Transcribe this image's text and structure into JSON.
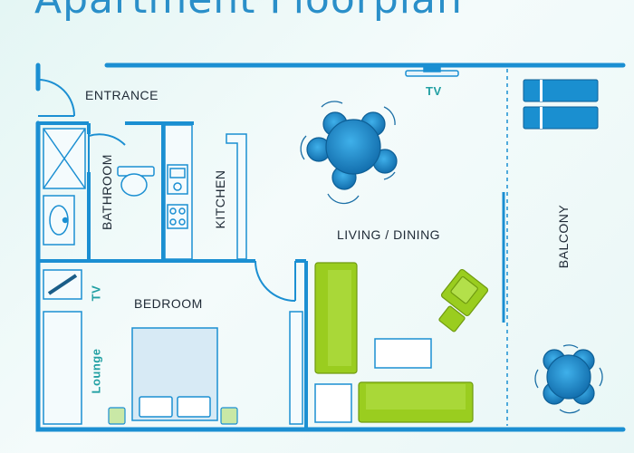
{
  "title": "Apartment Floorplan",
  "rooms": {
    "entrance": "ENTRANCE",
    "bathroom": "BATHROOM",
    "kitchen": "KITCHEN",
    "living": "LIVING / DINING",
    "bedroom": "BEDROOM",
    "balcony": "BALCONY"
  },
  "fixtures": {
    "tv_living": "TV",
    "tv_bedroom": "TV",
    "lounge": "Lounge"
  },
  "colors": {
    "wall": "#1b8fd2",
    "furniture_blue": "#1a8fd0",
    "furniture_green": "#9acd1f",
    "label_teal": "#22a0a3"
  }
}
